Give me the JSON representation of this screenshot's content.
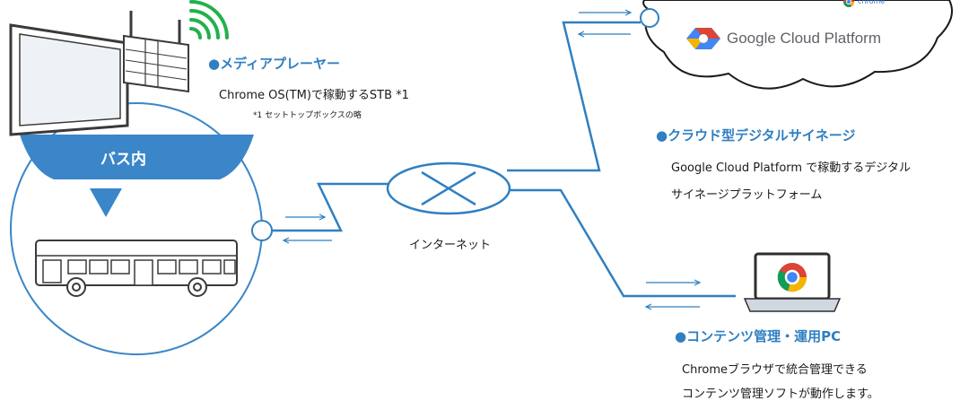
{
  "bus_area": {
    "label": "バス内"
  },
  "media_player": {
    "heading": "●メディアプレーヤー",
    "line1": "Chrome OS(TM)で稼動するSTB *1",
    "footnote": "*1 セットトップボックスの略"
  },
  "internet": {
    "label": "インターネット"
  },
  "cloud": {
    "gcp_logo_text": "Google Cloud Platform",
    "chrome_logo_text": "chrome",
    "heading": "●クラウド型デジタルサイネージ",
    "line1": "Google Cloud Platform で稼動するデジタル",
    "line2": "サイネージプラットフォーム"
  },
  "pc": {
    "heading": "●コンテンツ管理・運用PC",
    "line1": "Chromeブラウザで統合管理できる",
    "line2": "コンテンツ管理ソフトが動作します。"
  },
  "colors": {
    "accent": "#3a86c8",
    "line": "#2f7fc1",
    "bus_fill": "#3a86c8",
    "wifi": "#22b14c",
    "chrome_red": "#db4437",
    "chrome_yellow": "#f4b400",
    "chrome_green": "#0f9d58",
    "chrome_blue": "#4285f4"
  }
}
